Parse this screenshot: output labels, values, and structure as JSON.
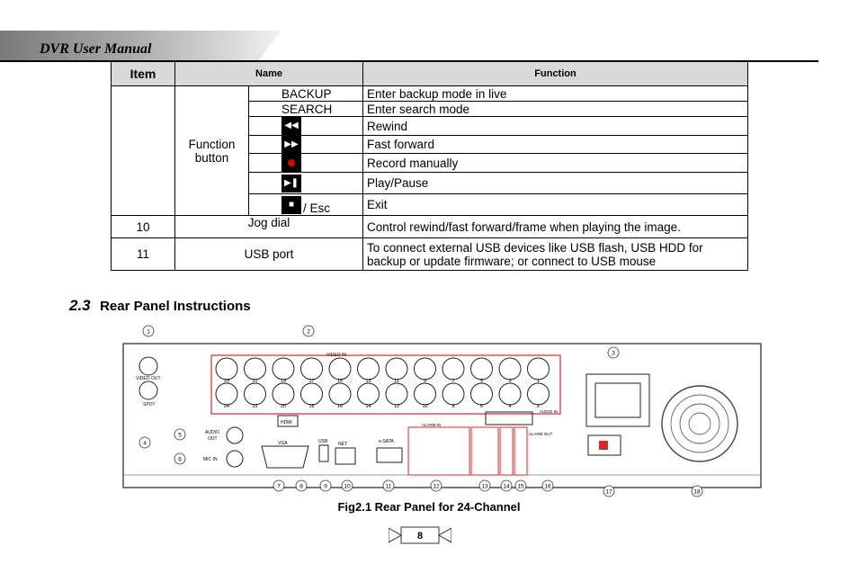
{
  "header": {
    "title": "DVR User Manual"
  },
  "table": {
    "headers": {
      "item": "Item",
      "name": "Name",
      "function": "Function"
    },
    "function_button_label_line1": "Function",
    "function_button_label_line2": "button",
    "text_rows": [
      {
        "key": "BACKUP",
        "function": "Enter backup mode in live"
      },
      {
        "key": "SEARCH",
        "function": "Enter search mode"
      }
    ],
    "icon_rows": [
      {
        "icon": "rewind-icon",
        "function": "Rewind"
      },
      {
        "icon": "fast-forward-icon",
        "function": "Fast forward"
      },
      {
        "icon": "record-icon",
        "function": "Record manually"
      },
      {
        "icon": "play-pause-icon",
        "function": "Play/Pause"
      },
      {
        "icon": "stop-icon",
        "suffix": "/ Esc",
        "function": "Exit"
      }
    ],
    "row10": {
      "item": "10",
      "name": "Jog dial",
      "function": "Control rewind/fast forward/frame when playing the image."
    },
    "row11": {
      "item": "11",
      "name": "USB port",
      "function_line1": "To connect external USB devices like USB flash, USB HDD for",
      "function_line2": "backup or update firmware; or connect to USB mouse"
    }
  },
  "section": {
    "number": "2.3",
    "title": "Rear Panel Instructions"
  },
  "figure": {
    "caption": "Fig2.1 Rear Panel for 24-Channel",
    "labels": {
      "video_in": "VIDEO IN",
      "video_out": "VIDEO OUT",
      "spot": "SPOT",
      "audio_out_1": "AUDIO",
      "audio_out_2": "OUT",
      "mic_in": "MIC IN",
      "hdmi": "HDMI",
      "vga": "VGA",
      "usb": "USB",
      "net": "NET",
      "esata": "e-SATA",
      "alarm_in": "ALARM IN",
      "audio_in": "AUDIO IN",
      "alarm_out": "ALARM OUT"
    },
    "bnc_top_numbers": [
      "23",
      "21",
      "19",
      "17",
      "15",
      "13",
      "11",
      "9",
      "7",
      "5",
      "3",
      "1"
    ],
    "bnc_bottom_numbers": [
      "24",
      "22",
      "20",
      "18",
      "16",
      "14",
      "12",
      "10",
      "8",
      "6",
      "4",
      "2"
    ],
    "callouts": [
      "1",
      "2",
      "3",
      "4",
      "5",
      "6",
      "7",
      "8",
      "9",
      "10",
      "11",
      "12",
      "13",
      "14",
      "15",
      "16",
      "17",
      "18"
    ]
  },
  "page": {
    "number": "8"
  }
}
